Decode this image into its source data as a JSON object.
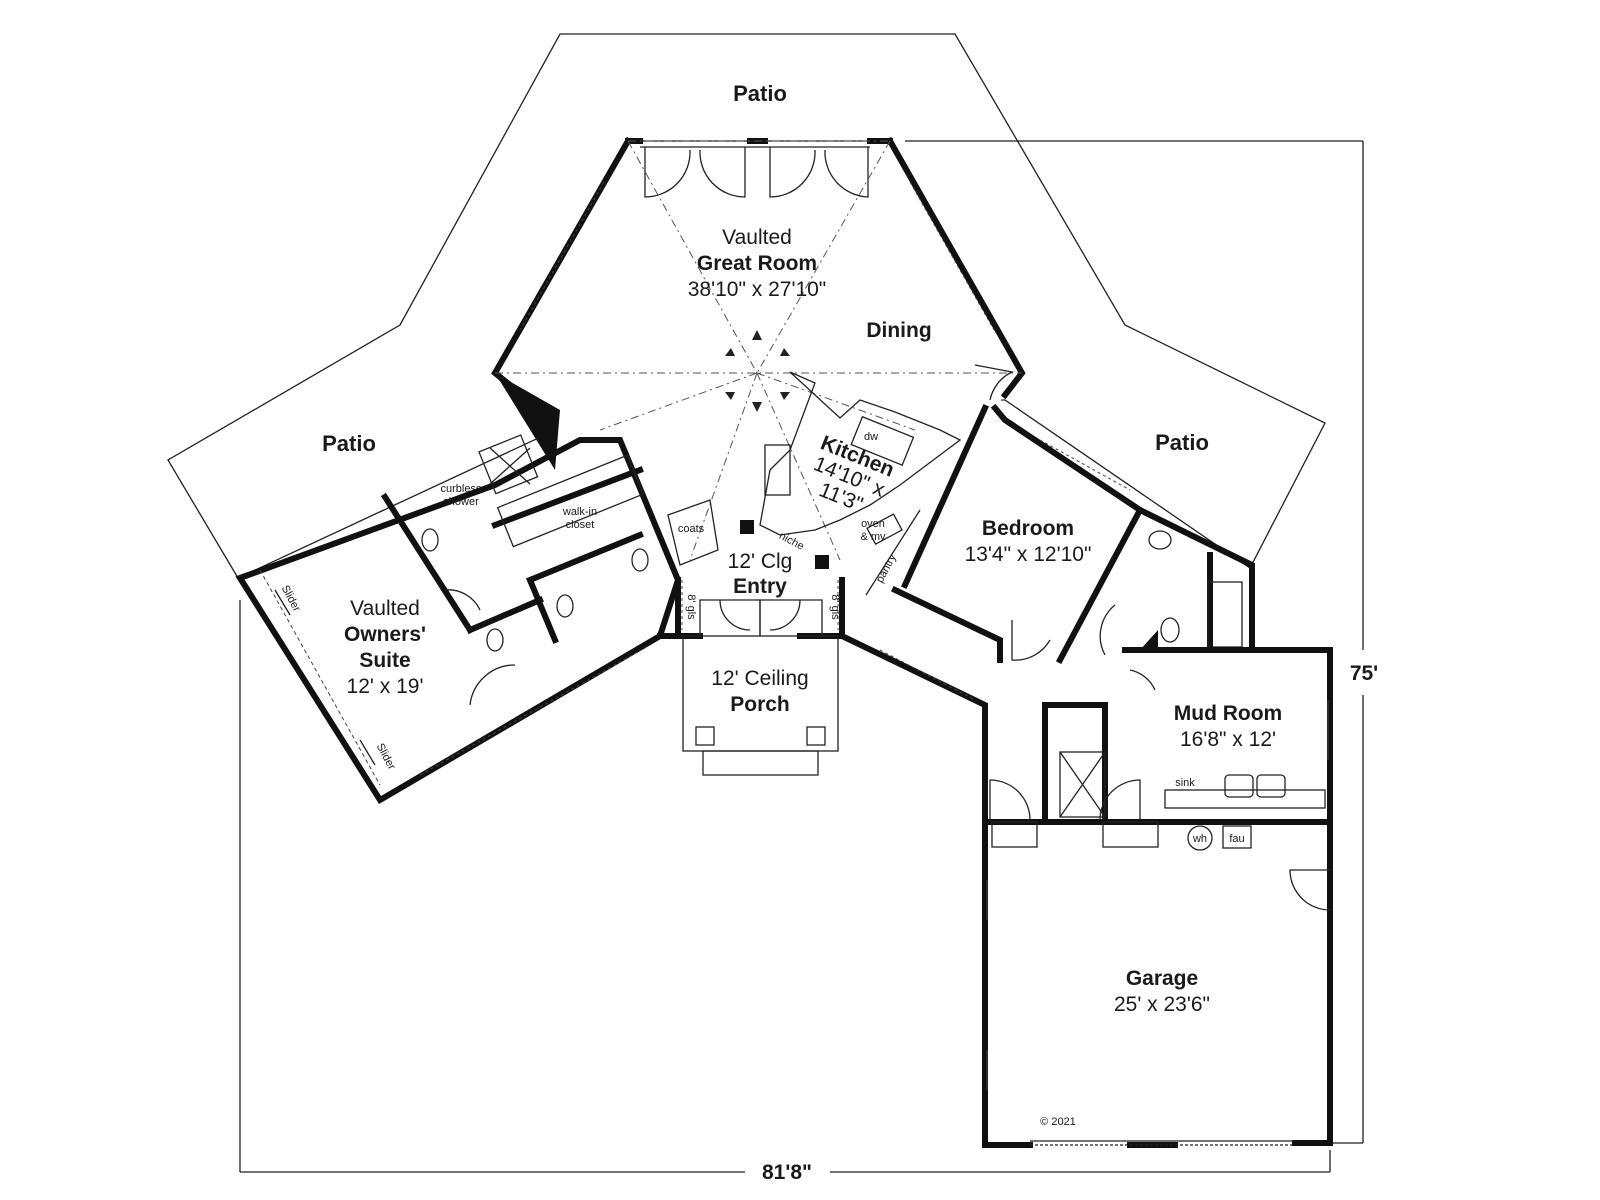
{
  "plan": {
    "labels": {
      "patio_top": "Patio",
      "patio_left": "Patio",
      "patio_right": "Patio",
      "great_room_vaulted": "Vaulted",
      "great_room_name": "Great Room",
      "great_room_size": "38'10\" x 27'10\"",
      "dining": "Dining",
      "kitchen_name": "Kitchen",
      "kitchen_size_1": "14'10\" x",
      "kitchen_size_2": "11'3\"",
      "dw": "dw",
      "oven_1": "oven",
      "oven_2": "& mv",
      "pantry": "pantry",
      "niche": "niche",
      "coats": "coats",
      "entry_ceiling": "12' Clg",
      "entry_name": "Entry",
      "shelf_left": "8' gls",
      "shelf_right": "8' gls",
      "porch_ceiling": "12' Ceiling",
      "porch_name": "Porch",
      "walk_in_1": "walk-in",
      "walk_in_2": "closet",
      "shower_1": "curbless",
      "shower_2": "shower",
      "suite_vaulted": "Vaulted",
      "suite_name_1": "Owners'",
      "suite_name_2": "Suite",
      "suite_size": "12' x 19'",
      "slider_1": "Slider",
      "slider_2": "Slider",
      "bedroom_name": "Bedroom",
      "bedroom_size": "13'4\" x 12'10\"",
      "mud_room_name": "Mud Room",
      "mud_room_size": "16'8\" x 12'",
      "sink": "sink",
      "wh": "wh",
      "fau": "fau",
      "garage_name": "Garage",
      "garage_size": "25' x 23'6\"",
      "copyright": "© 2021",
      "width_dim": "81'8\"",
      "depth_dim": "75'"
    }
  }
}
